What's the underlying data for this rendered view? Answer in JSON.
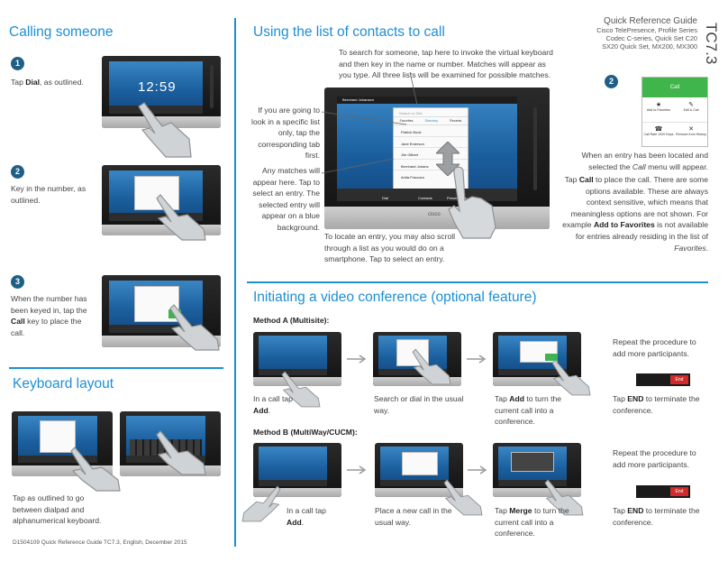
{
  "header": {
    "title": "Quick Reference Guide",
    "series": "Cisco TelePresence, Profile Series",
    "codecs": "Codec C-series, Quick Set C20",
    "sx": "SX20 Quick Set, MX200, MX300",
    "version": "TC7.3"
  },
  "calling": {
    "heading": "Calling someone",
    "step1": {
      "num": "1",
      "pre": "Tap ",
      "bold": "Dial",
      "post": ", as outlined."
    },
    "step2": {
      "num": "2",
      "text": "Key in the number, as outlined."
    },
    "step3": {
      "num": "3",
      "pre": "When the number has been keyed in, tap the ",
      "bold": "Call",
      "post": " key to place the call."
    },
    "clock": "12:59"
  },
  "keyboard": {
    "heading": "Keyboard layout",
    "text": "Tap as outlined to go between dialpad and alphanumerical keyboard."
  },
  "footer": "D1504109 Quick Reference Guide TC7.3, English, December 2015",
  "contacts": {
    "heading": "Using the list of contacts to call",
    "search_note": "To search for someone, tap here to invoke the virtual keyboard and then key in the name or number. Matches will appear as you type. All three lists will be examined for possible matches.",
    "specific_note": "If you are going to look in a specific list only, tap the corresponding tab first.",
    "matches_note": "Any matches will appear here. Tap to select an entry. The selected entry will appear on a blue background.",
    "scroll_note": "To locate an entry, you may also scroll through a list as you would do on a smartphone. Tap to select an entry.",
    "step2_num": "2",
    "entry_note_pre": "When an entry has been located and selected the ",
    "entry_note_em": "Call",
    "entry_note_post": " menu will appear.",
    "tap_call_pre": "Tap ",
    "tap_call_bold": "Call",
    "tap_call_mid": " to place the call. There are some options available. These are always context sensitive, which means that meaningless options are not shown. For example ",
    "tap_call_bold2": "Add to Favorites",
    "tap_call_post": " is not available for entries already residing in the list of ",
    "tap_call_em": "Favorites",
    "tap_call_end": ".",
    "screen": {
      "user": "Bernhard Johansen",
      "search_placeholder": "Search or Dial",
      "tabs": [
        "Favorites",
        "Directory",
        "Recents"
      ],
      "entries": [
        "Patrick Book",
        "Jane Emerson",
        "Jim Gilbert",
        "Bernhard Johans",
        "Anita Fraccaro"
      ],
      "bottom": [
        "Dial",
        "Contacts",
        "Presentation"
      ],
      "brand": "cisco"
    },
    "popup": {
      "call": "Call",
      "add_fav": "Add to Favorites",
      "edit": "Edit & Call",
      "call_rate": "Call Rate 1920 Kbps",
      "remove": "Remove from History"
    }
  },
  "conference": {
    "heading": "Initiating a video conference (optional feature)",
    "method_a": "Method A (Multisite):",
    "method_b": "Method B (MultiWay/CUCM):",
    "a1_pre": "In a call tap ",
    "a1_bold": "Add",
    "a1_post": ".",
    "a2": "Search or dial in the usual way.",
    "a3_pre": "Tap ",
    "a3_bold": "Add",
    "a3_post": " to turn the current call into a conference.",
    "repeat": "Repeat the procedure to add more participants.",
    "end_pre": "Tap ",
    "end_bold": "END",
    "end_post": " to terminate the conference.",
    "b1_pre": "In a call tap ",
    "b1_bold": "Add",
    "b1_post": ".",
    "b2": "Place a new call in the usual way.",
    "b3_pre": "Tap ",
    "b3_bold": "Merge",
    "b3_post": " to turn the current call into a conference.",
    "end_label": "End"
  }
}
